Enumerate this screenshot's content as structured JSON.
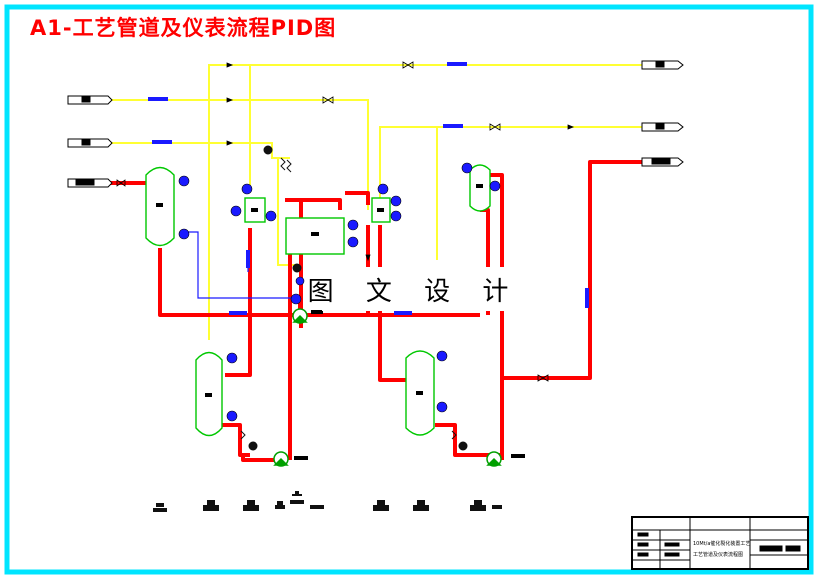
{
  "drawing": {
    "title": "A1-工艺管道及仪表流程PID图",
    "watermark": "图 文 设 计",
    "colors": {
      "border": "#00e5ff",
      "title": "#ff0000",
      "process_line": "#ff0000",
      "utility_line": "#ffff33",
      "instrument_line": "#1a1aff",
      "equipment": "#00c800",
      "instrument_bubble": "#1a1aff",
      "watermark_bg": "#ffffff"
    }
  },
  "title_block": {
    "line1": "10Mt/a催化裂化装置工艺",
    "line2": "工艺管道及仪表流程图"
  },
  "equipment": [
    {
      "id": "column-1",
      "kind": "vertical-vessel"
    },
    {
      "id": "column-2",
      "kind": "vertical-vessel"
    },
    {
      "id": "column-3",
      "kind": "vertical-vessel"
    },
    {
      "id": "column-4",
      "kind": "vertical-vessel"
    },
    {
      "id": "drum-1",
      "kind": "small-vessel"
    },
    {
      "id": "drum-2",
      "kind": "small-vessel"
    },
    {
      "id": "drum-3",
      "kind": "small-vessel"
    },
    {
      "id": "heat-exchanger",
      "kind": "horizontal-box"
    },
    {
      "id": "pump-1",
      "kind": "pump"
    },
    {
      "id": "pump-2",
      "kind": "pump"
    },
    {
      "id": "pump-3",
      "kind": "pump"
    }
  ],
  "line_endpoints": [
    {
      "id": "inlet-1",
      "kind": "offpage-connector"
    },
    {
      "id": "inlet-2",
      "kind": "offpage-connector"
    },
    {
      "id": "inlet-3",
      "kind": "offpage-connector"
    },
    {
      "id": "outlet-1",
      "kind": "offpage-connector"
    },
    {
      "id": "outlet-2",
      "kind": "offpage-connector"
    },
    {
      "id": "outlet-3",
      "kind": "offpage-connector"
    }
  ]
}
